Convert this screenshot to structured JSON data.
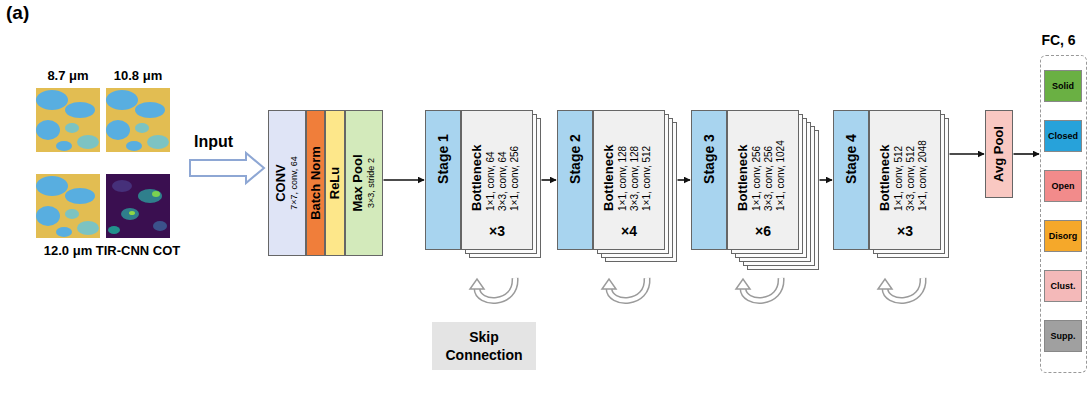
{
  "diagram": {
    "nodes": [
      {
        "text": [
          "CONV",
          "7×7, conv, 64"
        ]
      },
      {
        "text": [
          "Batch Norm"
        ]
      },
      {
        "text": [
          "ReLu"
        ]
      },
      {
        "text": [
          "Max Pool",
          "3×3, stride 2"
        ]
      },
      {
        "text": [
          "Stage 1"
        ]
      },
      {
        "text": [
          "Bottleneck",
          "1×1, conv, 64",
          "3×3, conv, 64",
          "1×1, conv, 256",
          "×3"
        ]
      },
      {
        "text": [
          "Stage 2"
        ]
      },
      {
        "text": [
          "Bottleneck",
          "1×1, conv, 128",
          "3×3, conv, 128",
          "1×1, conv, 512",
          "×4"
        ]
      },
      {
        "text": [
          "Stage 3"
        ]
      },
      {
        "text": [
          "Bottleneck",
          "1×1, conv, 256",
          "3×3, conv, 256",
          "1×1, conv, 1024",
          "×6"
        ]
      },
      {
        "text": [
          "Stage 4"
        ]
      },
      {
        "text": [
          "Bottleneck",
          "1×1, conv, 512",
          "3×3, conv, 512",
          "1×1, conv, 2048",
          "×3"
        ]
      },
      {
        "text": [
          "Avg Pool"
        ]
      },
      {
        "text": [
          "FC, 6"
        ]
      },
      {
        "text": [
          "Solid"
        ],
        "in": 13
      },
      {
        "text": [
          "Closed"
        ],
        "in": 13
      },
      {
        "text": [
          "Open"
        ],
        "in": 13
      },
      {
        "text": [
          "Disorg"
        ],
        "in": 13
      },
      {
        "text": [
          "Clust."
        ],
        "in": 13
      },
      {
        "text": [
          "Supp."
        ],
        "in": 13
      },
      {
        "text": [
          "Skip Connection"
        ]
      }
    ],
    "edges": [
      {
        "from": 3,
        "to": 4,
        "arrow": "to"
      },
      {
        "from": 5,
        "to": 6,
        "arrow": "to"
      },
      {
        "from": 7,
        "to": 8,
        "arrow": "to"
      },
      {
        "from": 9,
        "to": 10,
        "arrow": "to"
      },
      {
        "from": 11,
        "to": 12,
        "arrow": "to"
      },
      {
        "from": 12,
        "to": 13,
        "arrow": "to"
      }
    ],
    "labels": [
      "(a)",
      "8.7 μm",
      "10.8 μm",
      "12.0 μm",
      "TIR-CNN COT",
      "Input"
    ]
  }
}
